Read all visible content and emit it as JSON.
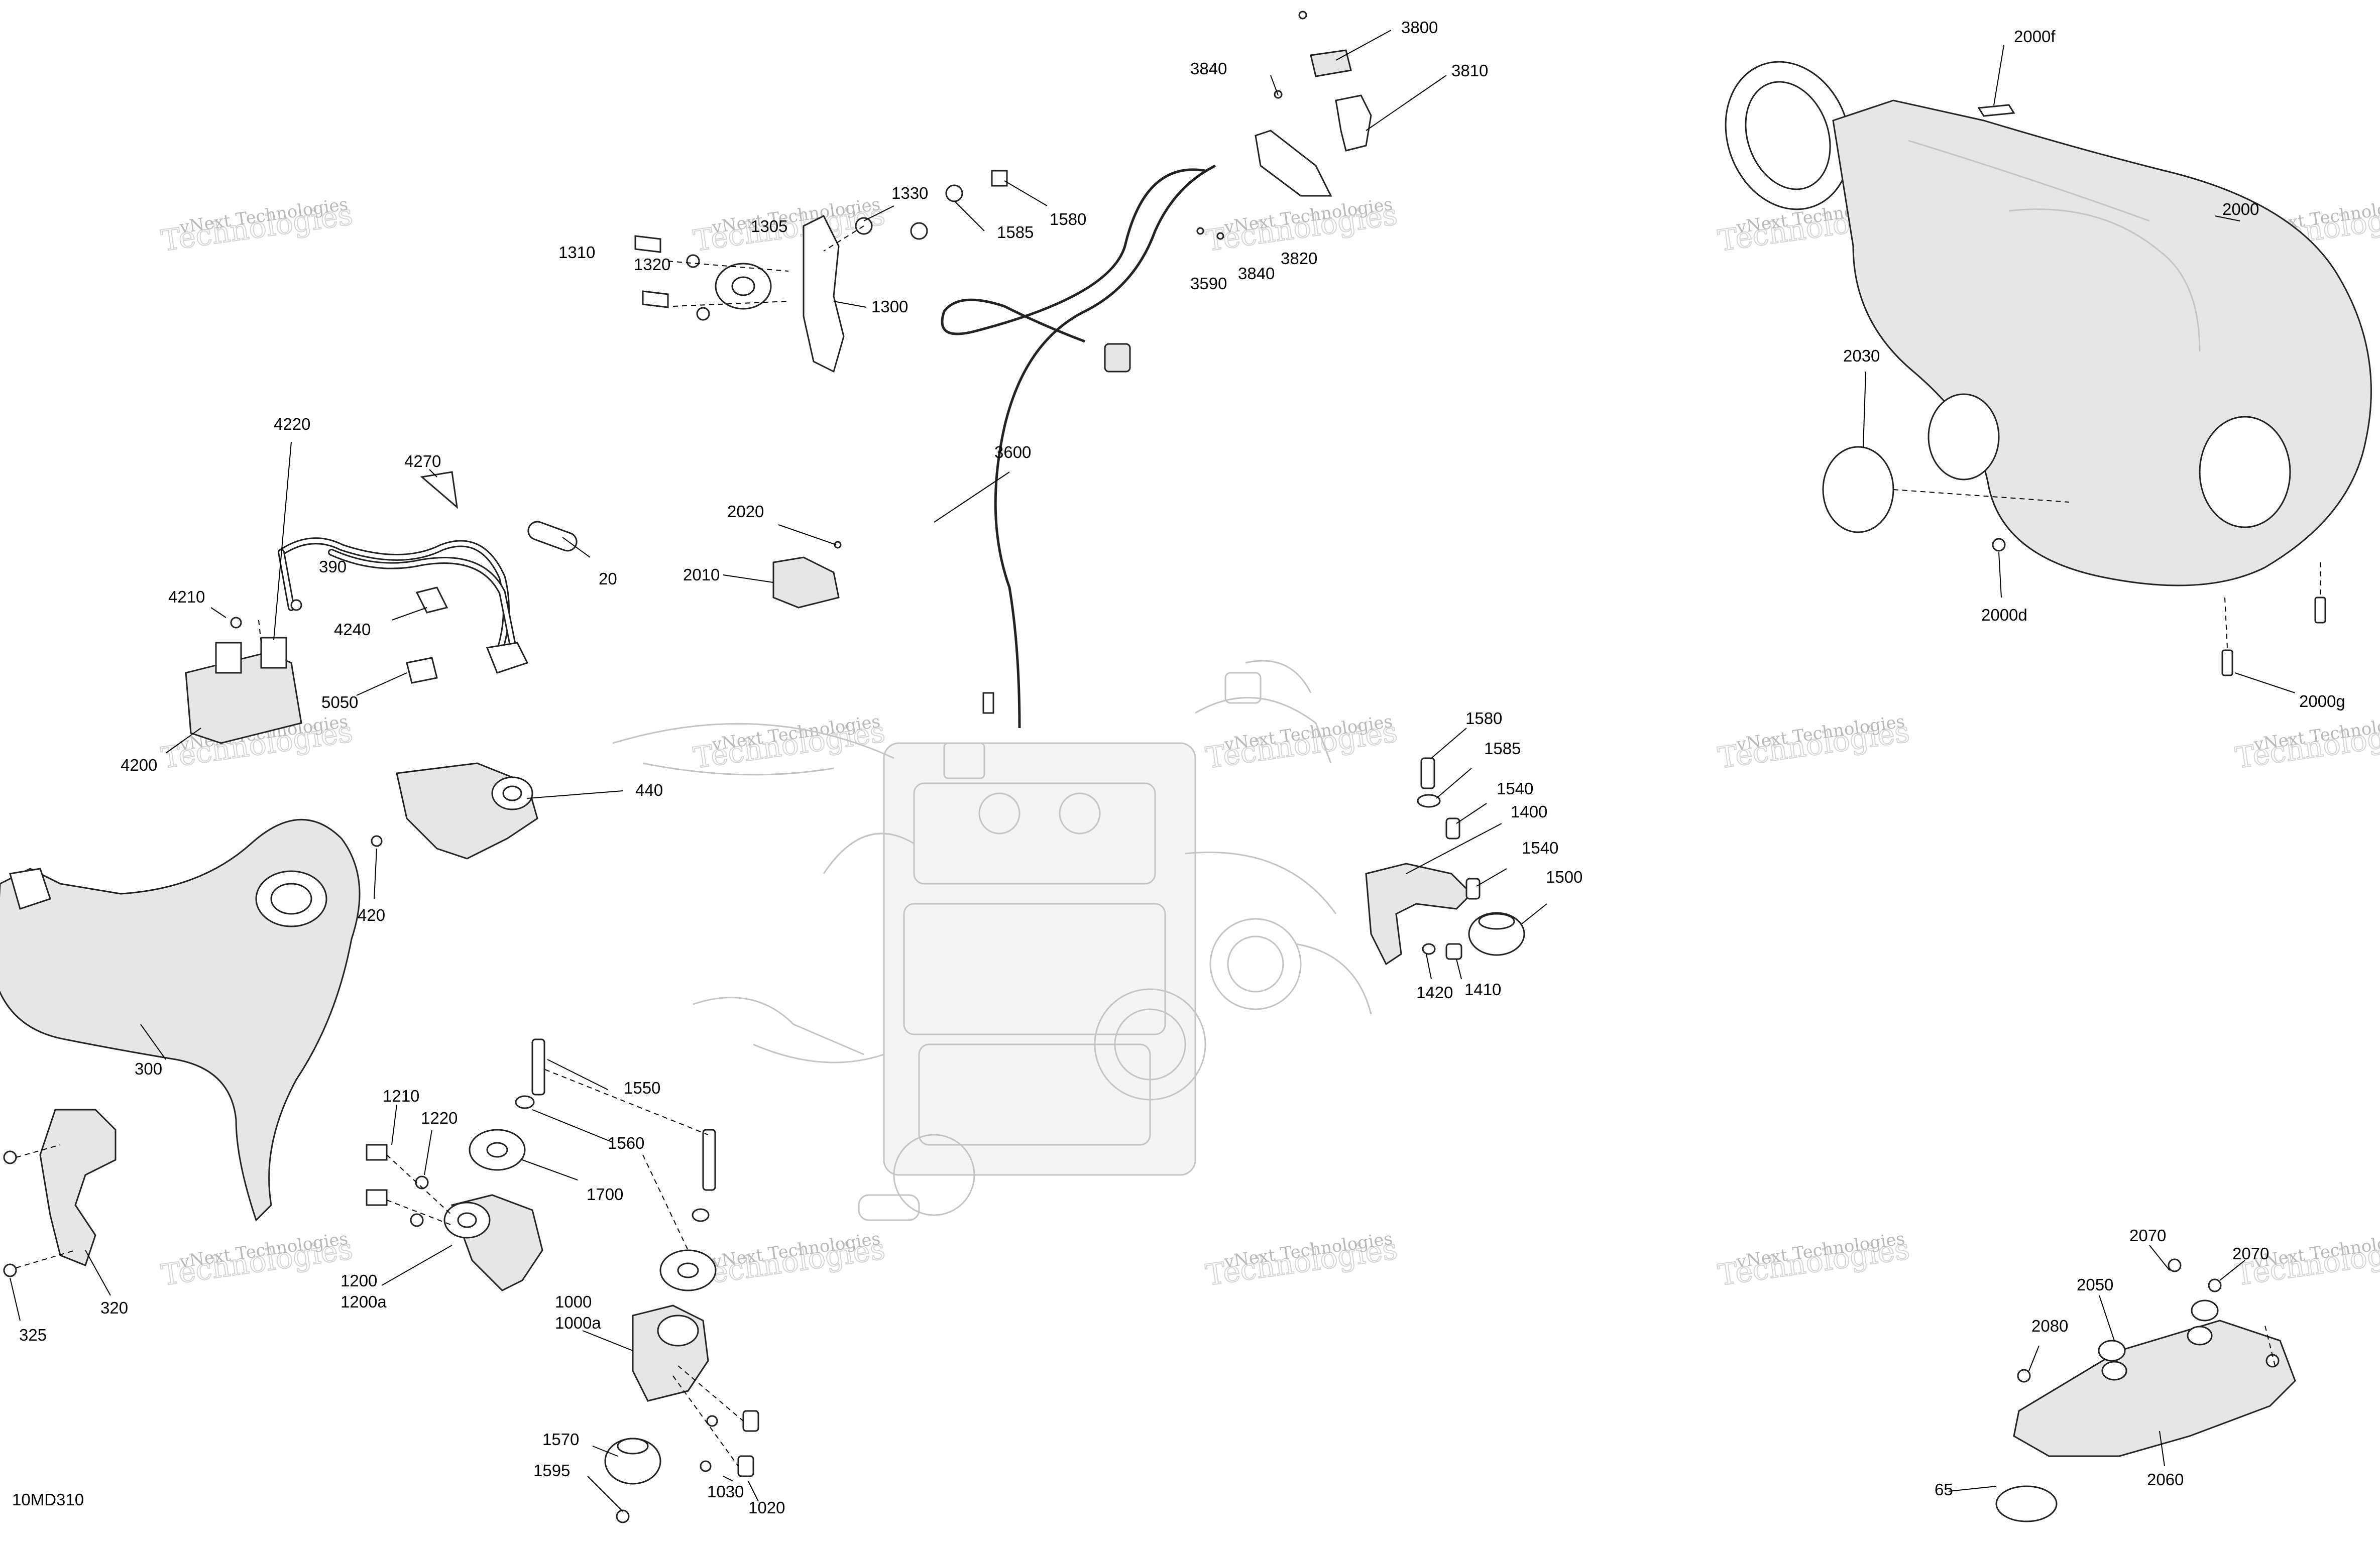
{
  "diagram_id": "10MD310",
  "watermark": {
    "small": "vNext Technologies",
    "large": "Technologies",
    "top": "vNext"
  },
  "callouts": {
    "c3800": "3800",
    "c3840a": "3840",
    "c3810": "3810",
    "c3590": "3590",
    "c3840b": "3840",
    "c3820": "3820",
    "c1330": "1330",
    "c1305": "1305",
    "c1310": "1310",
    "c1320": "1320",
    "c1300": "1300",
    "c1580a": "1580",
    "c1585a": "1585",
    "c3600": "3600",
    "c2020": "2020",
    "c2010": "2010",
    "c4220": "4220",
    "c4270": "4270",
    "c390": "390",
    "c20": "20",
    "c4210": "4210",
    "c4240": "4240",
    "c5050": "5050",
    "c4200": "4200",
    "c440": "440",
    "c420": "420",
    "c300": "300",
    "c325": "325",
    "c320": "320",
    "c1210": "1210",
    "c1220": "1220",
    "c1200": "1200",
    "c1200a": "1200a",
    "c1550": "1550",
    "c1560": "1560",
    "c1700": "1700",
    "c1000": "1000",
    "c1000a": "1000a",
    "c1570": "1570",
    "c1595": "1595",
    "c1030": "1030",
    "c1020": "1020",
    "c1580b": "1580",
    "c1585b": "1585",
    "c1540a": "1540",
    "c1400": "1400",
    "c1540b": "1540",
    "c1500": "1500",
    "c1420": "1420",
    "c1410": "1410",
    "c2000f": "2000f",
    "c2000": "2000",
    "c2030": "2030",
    "c2000d": "2000d",
    "c2000g": "2000g",
    "c2070a": "2070",
    "c2070b": "2070",
    "c2050": "2050",
    "c2080": "2080",
    "c2060": "2060",
    "c65": "65"
  }
}
